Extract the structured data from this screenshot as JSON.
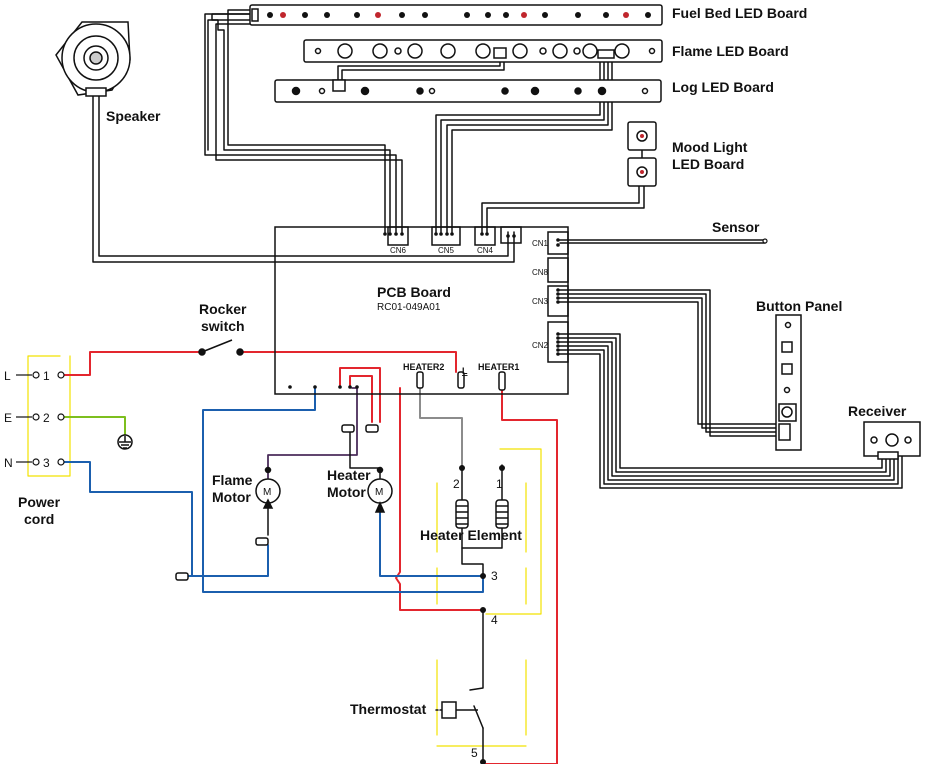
{
  "labels": {
    "fuel_bed": "Fuel Bed LED Board",
    "flame_led": "Flame LED Board",
    "log_led": "Log LED Board",
    "mood_light_1": "Mood Light",
    "mood_light_2": "LED Board",
    "speaker": "Speaker",
    "sensor": "Sensor",
    "pcb_title": "PCB Board",
    "pcb_model": "RC01-049A01",
    "rocker_1": "Rocker",
    "rocker_2": "switch",
    "button_panel": "Button Panel",
    "receiver": "Receiver",
    "flame_motor_1": "Flame",
    "flame_motor_2": "Motor",
    "heater_motor_1": "Heater",
    "heater_motor_2": "Motor",
    "heater_element": "Heater Element",
    "thermostat": "Thermostat",
    "power_cord_1": "Power",
    "power_cord_2": "cord",
    "cord_L": "L",
    "cord_E": "E",
    "cord_N": "N",
    "cord_1": "1",
    "cord_2": "2",
    "cord_3": "3",
    "cn6": "CN6",
    "cn5": "CN5",
    "cn4": "CN4",
    "cn1": "CN1",
    "cn8": "CN8",
    "cn3": "CN3",
    "cn2": "CN2",
    "heater2": "HEATER2",
    "heater1": "HEATER1",
    "L_mark": "L",
    "motor_m": "M",
    "t1": "1",
    "t2": "2",
    "t3": "3",
    "t4": "4",
    "t5": "5"
  },
  "wire_colors": {
    "signal": "#111111",
    "live": "#e3262e",
    "neutral": "#1b5fae",
    "earth": "#7dbf1e",
    "heater2": "#8c8c8c",
    "motor": "#4b2d5b",
    "guide": "#f2e200"
  }
}
